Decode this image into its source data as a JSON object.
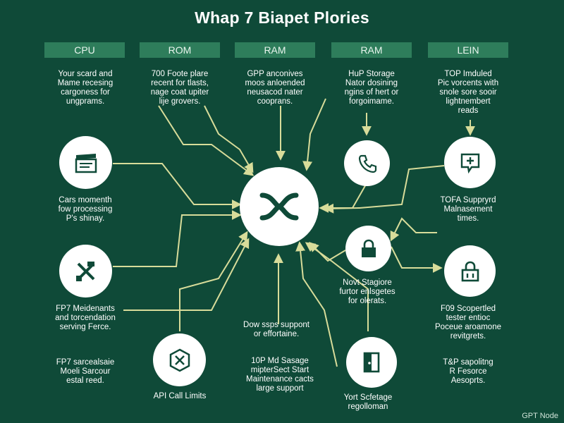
{
  "title": "Whap 7 Biapet Plories",
  "tabs": [
    "CPU",
    "ROM",
    "RAM",
    "RAM",
    "LEIN"
  ],
  "top_texts": [
    "Your scard and\nMame recesing\ncargoness for\nungprams.",
    "700 Foote plare\nrecent for tlasts,\nnage coat upiter\nlije grovers.",
    "GPP anconives\nmoos anloended\nneusacod nater\ncooprans.",
    "HuP Storage\nNator dosining\nngins of hert or\nforgoimame.",
    "TOP Imduled\nPic vorcents with\nsnole sore sooir\nlightnembert\nreads"
  ],
  "left_texts": [
    "Cars momenth\nfow processing\nP's shinay.",
    "FP7 Meidenants\nand torcendation\nserving Ferce.",
    "FP7 sarcealsaie\nMoeli Sarcour\nestal reed."
  ],
  "right_texts": [
    "TOFA Suppryrd\nMalnasement\ntimes.",
    "F09 Scopertled\ntester entioc\nPoceue aroamone\nrevitgrets.",
    "T&P sapolitng\nR Fesorce\nAesoprts."
  ],
  "center_texts": [
    "Novt Stagiore\nfurtor enlsgetes\nfor olerats.",
    "Dow ssps suppont\nor effortaine.",
    "10P Md Sasage\nmipterSect Start\nMaintenance cacts\nlarge support",
    "API Call Limits",
    "Yort Scfetage\nregolloman"
  ],
  "icons": {
    "hub": "x-shape-icon",
    "left_top": "clapperboard-icon",
    "left_mid": "crossed-tools-icon",
    "bottom_left": "hexagon-x-icon",
    "right_top_a": "phone-icon",
    "right_top_b": "message-plus-icon",
    "mid_lock": "lock-icon",
    "right_lock": "padlock-icon",
    "bottom_right": "door-icon"
  },
  "watermark": "GPT Node",
  "colors": {
    "background": "#0f4a38",
    "tab": "#2e7d5b",
    "connector": "#d8dc9a",
    "node": "#ffffff",
    "icon": "#0f4a38"
  }
}
